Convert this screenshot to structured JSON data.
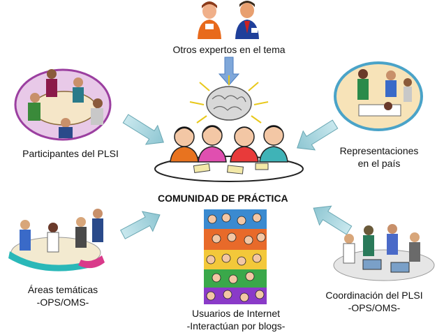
{
  "center": {
    "title": "COMUNIDAD DE PRÁCTICA"
  },
  "nodes": {
    "top": {
      "label": "Otros expertos en el tema"
    },
    "left": {
      "label": "Participantes del PLSI"
    },
    "right": {
      "line1": "Representaciones",
      "line2": "en el país"
    },
    "bottom_left": {
      "line1": "Áreas temáticas",
      "line2": "-OPS/OMS-"
    },
    "bottom": {
      "line1": "Usuarios de Internet",
      "line2": "-Interactúan por blogs-"
    },
    "bottom_right": {
      "line1": "Coordinación del PLSI",
      "line2": "-OPS/OMS-"
    }
  },
  "colors": {
    "arrow": "#a9d6de",
    "arrow_stroke": "#6aa7b3"
  }
}
